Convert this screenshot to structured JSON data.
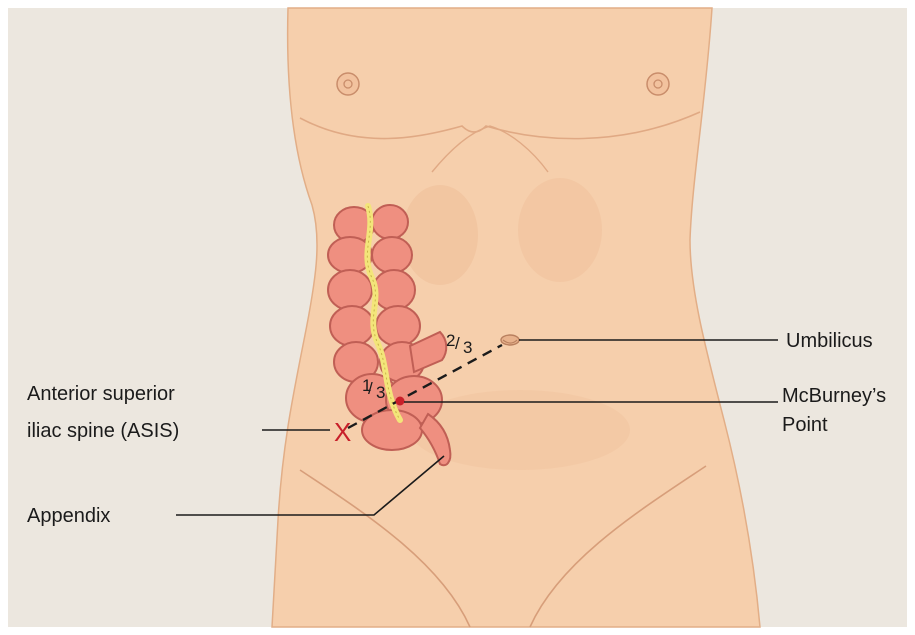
{
  "labels": {
    "umbilicus": "Umbilicus",
    "asis_line1": "Anterior superior",
    "asis_line2": "iliac spine (ASIS)",
    "mcburney_line1": "McBurney’s",
    "mcburney_line2": "Point",
    "appendix": "Appendix"
  },
  "fractions": {
    "one_third_num": "1",
    "one_third_den": "3",
    "two_thirds_num": "2",
    "two_thirds_den": "3"
  },
  "marker": {
    "asis_symbol": "X"
  },
  "colors": {
    "background": "#ece7df",
    "skin": "#f6cfac",
    "skin_shadow": "#e7b58f",
    "colon": "#ef8f80",
    "colon_outline": "#c05f55",
    "mesentery": "#f3e57a",
    "marker_red": "#c8202a",
    "text": "#1b1b1b"
  }
}
